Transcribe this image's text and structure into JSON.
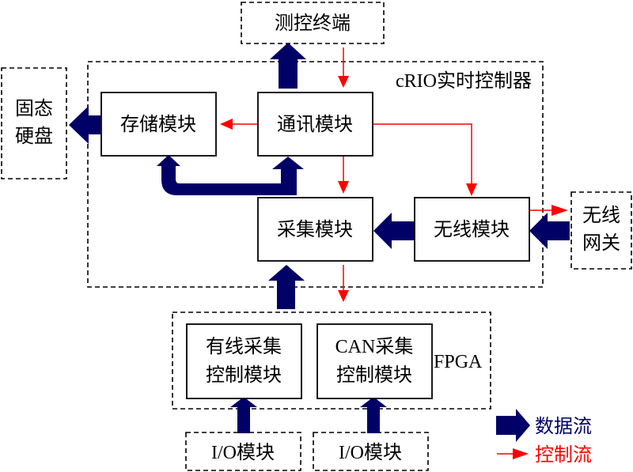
{
  "colors": {
    "data_flow": "#000066",
    "control_flow": "#ff0000",
    "box_border": "#000000"
  },
  "nodes": {
    "terminal": "测控终端",
    "crio_label": "cRIO实时控制器",
    "ssd_line1": "固态",
    "ssd_line2": "硬盘",
    "storage": "存储模块",
    "comm": "通讯模块",
    "acquisition": "采集模块",
    "wireless": "无线模块",
    "gateway_line1": "无线",
    "gateway_line2": "网关",
    "fpga_label": "FPGA",
    "wired_line1": "有线采集",
    "wired_line2": "控制模块",
    "can_line1": "CAN采集",
    "can_line2": "控制模块",
    "io1": "I/O模块",
    "io2": "I/O模块"
  },
  "legend": {
    "data_flow": "数据流",
    "control_flow": "控制流"
  }
}
